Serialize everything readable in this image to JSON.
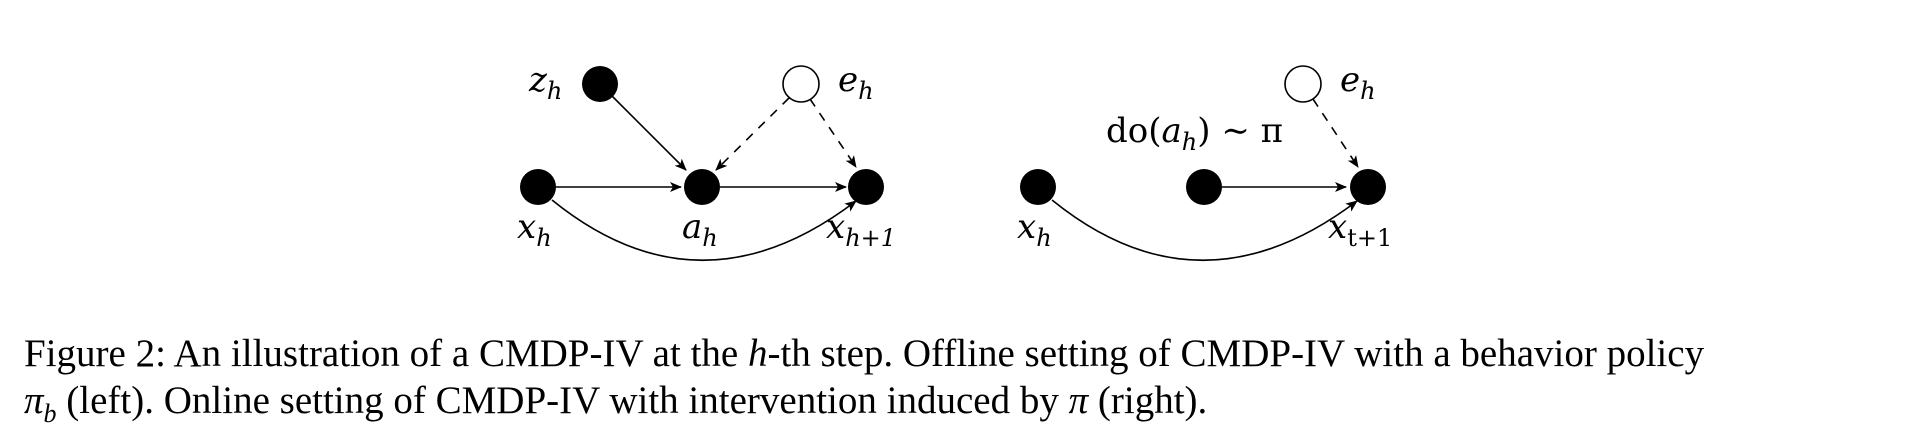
{
  "left_diagram": {
    "nodes": {
      "z": {
        "var": "z",
        "sub": "h",
        "filled": true
      },
      "e": {
        "var": "e",
        "sub": "h",
        "filled": false
      },
      "x": {
        "var": "x",
        "sub": "h",
        "filled": true
      },
      "a": {
        "var": "a",
        "sub": "h",
        "filled": true
      },
      "x_next": {
        "var": "x",
        "sub": "h+1",
        "filled": true
      }
    },
    "edges": [
      {
        "from": "x",
        "to": "a",
        "style": "solid"
      },
      {
        "from": "a",
        "to": "x_next",
        "style": "solid"
      },
      {
        "from": "z",
        "to": "a",
        "style": "solid"
      },
      {
        "from": "e",
        "to": "a",
        "style": "dashed"
      },
      {
        "from": "e",
        "to": "x_next",
        "style": "dashed"
      },
      {
        "from": "x",
        "to": "x_next",
        "style": "solid-curved"
      }
    ]
  },
  "right_diagram": {
    "nodes": {
      "e": {
        "var": "e",
        "sub": "h",
        "filled": false
      },
      "x": {
        "var": "x",
        "sub": "h",
        "filled": true
      },
      "a": {
        "label": "do(a_h) ~ π",
        "filled": true
      },
      "x_next": {
        "var": "x",
        "sub": "t+1",
        "filled": true
      }
    },
    "intervention_label": {
      "prefix": "do(",
      "var": "a",
      "sub": "h",
      "suffix": ") ∼ π"
    },
    "edges": [
      {
        "from": "a",
        "to": "x_next",
        "style": "solid"
      },
      {
        "from": "e",
        "to": "x_next",
        "style": "dashed"
      },
      {
        "from": "x",
        "to": "x_next",
        "style": "solid-curved"
      }
    ]
  },
  "caption": {
    "line1": {
      "prefix": "Figure 2: An illustration of a CMDP-IV at the ",
      "h": "h",
      "suffix": "-th step. Offline setting of CMDP-IV with a behavior policy"
    },
    "line2": {
      "pi": "π",
      "pi_sub": "b",
      "mid": " (left). Online setting of CMDP-IV with intervention induced by ",
      "pi2": "π",
      "suffix": " (right)."
    }
  }
}
